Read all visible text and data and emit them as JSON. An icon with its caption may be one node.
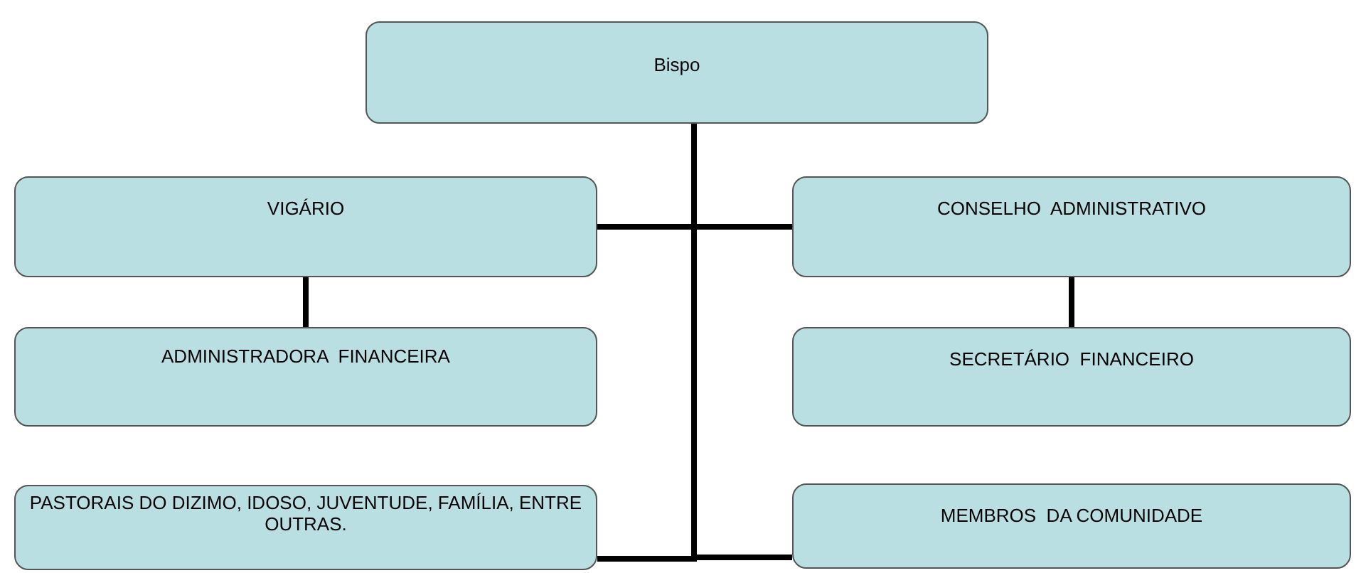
{
  "diagram": {
    "nodes": [
      {
        "text": [
          "Bispo"
        ]
      },
      {
        "text": [
          "VIGÁRIO"
        ]
      },
      {
        "text": [
          "CONSELHO  ADMINISTRATIVO"
        ]
      },
      {
        "text": [
          "ADMINISTRADORA  FINANCEIRA"
        ]
      },
      {
        "text": [
          "SECRETÁRIO  FINANCEIRO"
        ]
      },
      {
        "text": [
          "PASTORAIS DO DIZIMO, IDOSO, JUVENTUDE, FAMÍLIA, ENTRE OUTRAS."
        ]
      },
      {
        "text": [
          "MEMBROS  DA COMUNIDADE"
        ]
      }
    ],
    "edges": [
      {
        "from": 0,
        "to": 1,
        "arrow": "none"
      },
      {
        "from": 0,
        "to": 2,
        "arrow": "none"
      },
      {
        "from": 1,
        "to": 3,
        "arrow": "none"
      },
      {
        "from": 2,
        "to": 4,
        "arrow": "none"
      },
      {
        "from": 0,
        "to": 5,
        "arrow": "none"
      },
      {
        "from": 0,
        "to": 6,
        "arrow": "none"
      }
    ]
  }
}
